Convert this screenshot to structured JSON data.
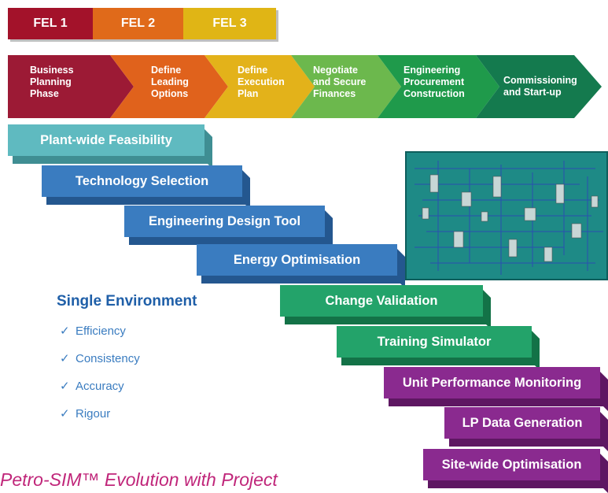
{
  "fel": [
    {
      "label": "FEL 1",
      "color": "#a3122a"
    },
    {
      "label": "FEL 2",
      "color": "#e06a1a"
    },
    {
      "label": "FEL 3",
      "color": "#e0b515"
    }
  ],
  "phases": [
    {
      "lines": [
        "Business",
        "Planning",
        "Phase"
      ],
      "color": "#9c1a35"
    },
    {
      "lines": [
        "Define",
        "Leading",
        "Options"
      ],
      "color": "#e0621c"
    },
    {
      "lines": [
        "Define",
        "Execution",
        "Plan"
      ],
      "color": "#e3b21a"
    },
    {
      "lines": [
        "Negotiate",
        "and Secure",
        "Finances"
      ],
      "color": "#6cb84d"
    },
    {
      "lines": [
        "Engineering",
        "Procurement",
        "Construction"
      ],
      "color": "#1f9a4b"
    },
    {
      "lines": [
        "Commissioning",
        "and Start-up"
      ],
      "color": "#147a4e"
    }
  ],
  "steps": [
    {
      "label": "Plant-wide Feasibility",
      "color": "#5fbac0"
    },
    {
      "label": "Technology Selection",
      "color": "#3a7cc0"
    },
    {
      "label": "Engineering Design Tool",
      "color": "#3a7cc0"
    },
    {
      "label": "Energy Optimisation",
      "color": "#3a7cc0"
    },
    {
      "label": "Change Validation",
      "color": "#23a36a"
    },
    {
      "label": "Training Simulator",
      "color": "#23a36a"
    },
    {
      "label": "Unit Performance Monitoring",
      "color": "#8a2a8f"
    },
    {
      "label": "LP Data Generation",
      "color": "#8a2a8f"
    },
    {
      "label": "Site-wide Optimisation",
      "color": "#8a2a8f"
    }
  ],
  "single_environment": {
    "title": "Single Environment",
    "check_glyph": "✓",
    "items": [
      "Efficiency",
      "Consistency",
      "Accuracy",
      "Rigour"
    ]
  },
  "footer": {
    "text": "Petro-SIM™ Evolution with Project"
  }
}
